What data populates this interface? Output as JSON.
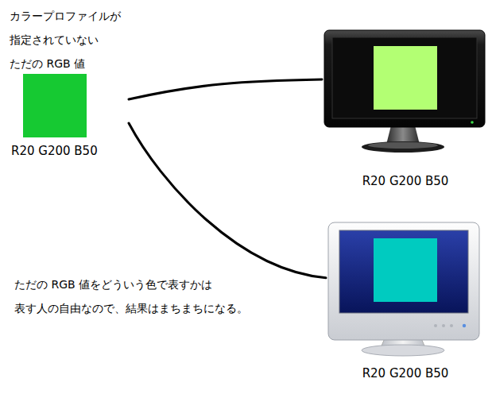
{
  "diagram": {
    "nodes": [
      {
        "text": [
          "カラープロファイルが 指定されていない ただの RGB 値",
          "R20 G200 B50"
        ]
      },
      {
        "text": [
          "R20 G200 B50"
        ]
      },
      {
        "text": [
          "R20 G200 B50"
        ]
      }
    ],
    "edges": [
      {
        "from": 0,
        "to": 1,
        "arrow": "none"
      },
      {
        "from": 0,
        "to": 2,
        "arrow": "none"
      }
    ],
    "labels": [
      "ただの RGB 値をどういう色で表すかは 表す人の自由なので、結果はまちまちになる。"
    ]
  }
}
